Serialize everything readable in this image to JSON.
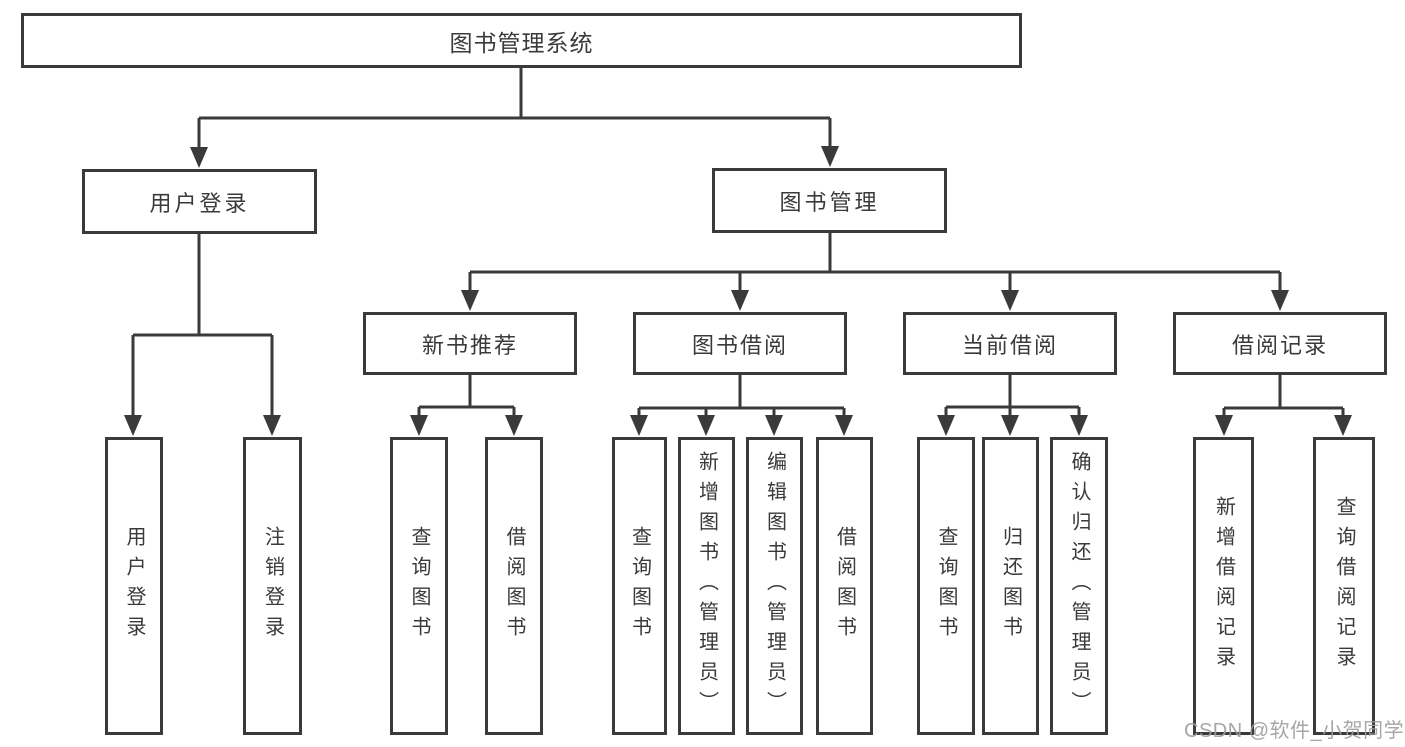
{
  "diagram": {
    "title": "图书管理系统",
    "watermark": "CSDN @软件_小贺同学",
    "colors": {
      "line": "#3a3a3a",
      "text": "#3a3a3a",
      "watermark": "#9e9e9e",
      "background": "#ffffff"
    }
  },
  "nodes": {
    "root": "图书管理系统",
    "user_login": "用户登录",
    "book_mgmt": "图书管理",
    "new_book_rec": "新书推荐",
    "book_borrow": "图书借阅",
    "current_borrow": "当前借阅",
    "borrow_records": "借阅记录",
    "leaf_user_login": "用户登录",
    "leaf_logout": "注销登录",
    "leaf_query_book_1": "查询图书",
    "leaf_borrow_book_1": "借阅图书",
    "leaf_query_book_2": "查询图书",
    "leaf_add_book": "新增图书（管理员）",
    "leaf_edit_book": "编辑图书（管理员）",
    "leaf_borrow_book_2": "借阅图书",
    "leaf_query_book_3": "查询图书",
    "leaf_return_book": "归还图书",
    "leaf_confirm_return": "确认归还（管理员）",
    "leaf_add_record": "新增借阅记录",
    "leaf_query_record": "查询借阅记录"
  }
}
